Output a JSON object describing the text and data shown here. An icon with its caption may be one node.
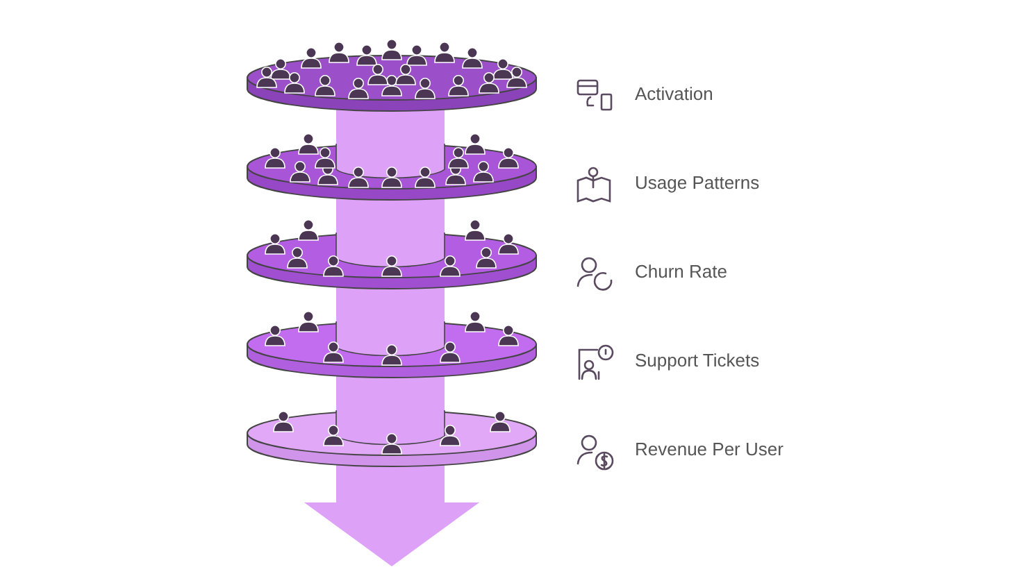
{
  "diagram": {
    "labels": [
      "Activation",
      "Usage Patterns",
      "Churn Rate",
      "Support Tickets",
      "Revenue Per User"
    ]
  }
}
